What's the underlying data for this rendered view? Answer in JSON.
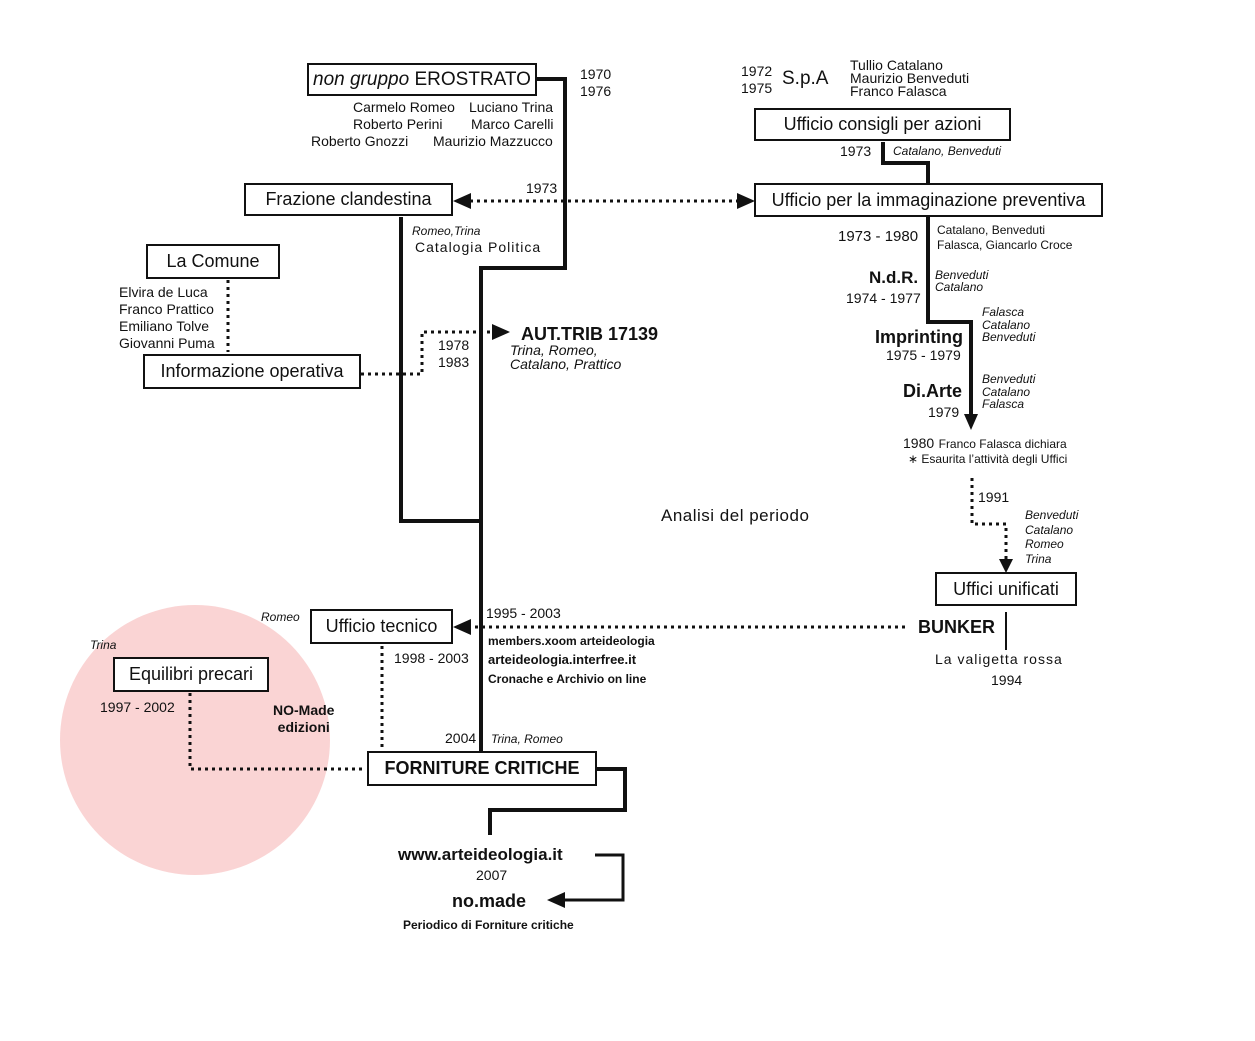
{
  "erostrato": {
    "title_italic": "non gruppo",
    "title_main": "EROSTRATO",
    "years": [
      "1970",
      "1976"
    ],
    "members_row1": [
      "Carmelo Romeo",
      "Luciano Trina"
    ],
    "members_row2": [
      "Roberto Perini",
      "Marco Carelli"
    ],
    "members_row3": [
      "Roberto Gnozzi",
      "Maurizio Mazzucco"
    ]
  },
  "spa": {
    "years": [
      "1972",
      "1975"
    ],
    "label": "S.p.A",
    "members": [
      "Tullio Catalano",
      "Maurizio Benveduti",
      "Franco Falasca"
    ]
  },
  "ufficio_consigli": {
    "label": "Ufficio consigli per azioni",
    "year": "1973",
    "names": "Catalano, Benveduti"
  },
  "frazione": {
    "label": "Frazione clandestina",
    "year": "1973",
    "names": "Romeo,Trina",
    "sub": "Catalogia Politica"
  },
  "ufficio_immaginazione": {
    "label": "Ufficio per la immaginazione preventiva",
    "years": "1973 - 1980",
    "names": [
      "Catalano, Benveduti",
      "Falasca, Giancarlo Croce"
    ]
  },
  "la_comune": {
    "label": "La Comune",
    "members": [
      "Elvira de Luca",
      "Franco Prattico",
      "Emiliano Tolve",
      "Giovanni Puma"
    ]
  },
  "informazione": {
    "label": "Informazione operativa",
    "years": [
      "1978",
      "1983"
    ]
  },
  "aut_trib": {
    "label": "AUT.TRIB 17139",
    "names": [
      "Trina, Romeo,",
      "Catalano, Prattico"
    ]
  },
  "ndr": {
    "label": "N.d.R.",
    "years": "1974 - 1977",
    "names": [
      "Benveduti",
      "Catalano"
    ]
  },
  "imprinting": {
    "label": "Imprinting",
    "years": "1975 - 1979",
    "names": [
      "Falasca",
      "Catalano",
      "Benveduti"
    ]
  },
  "diarte": {
    "label": "Di.Arte",
    "year": "1979",
    "names": [
      "Benveduti",
      "Catalano",
      "Falasca"
    ]
  },
  "falasca_note": {
    "year": "1980",
    "line1": "Franco Falasca dichiara",
    "line2": "Esaurita l’attività degli Uffici",
    "asterisk": "∗"
  },
  "uffici_unificati": {
    "label": "Uffici unificati",
    "year": "1991",
    "names": [
      "Benveduti",
      "Catalano",
      "Romeo",
      "Trina"
    ]
  },
  "analisi": "Analisi del periodo",
  "bunker": {
    "label": "BUNKER",
    "sub": "La valigetta rossa",
    "year": "1994"
  },
  "ufficio_tecnico": {
    "label": "Ufficio tecnico",
    "name": "Romeo",
    "years_a": "1995 - 2003",
    "years_b": "1998 - 2003",
    "web1": "members.xoom arteideologia",
    "web2": "arteideologia.interfree.it",
    "web3": "Cronache e Archivio on line"
  },
  "equilibri": {
    "label": "Equilibri precari",
    "name": "Trina",
    "years": "1997 - 2002",
    "nomade": [
      "NO-Made",
      "edizioni"
    ]
  },
  "forniture": {
    "label": "FORNITURE CRITICHE",
    "year": "2004",
    "names": "Trina, Romeo"
  },
  "website": {
    "url": "www.arteideologia.it",
    "year": "2007"
  },
  "nomade_periodico": {
    "label": "no.made",
    "sub": "Periodico di Forniture critiche"
  },
  "colors": {
    "ink": "#111111",
    "circle": "#f8c6c6",
    "background": "#ffffff"
  }
}
